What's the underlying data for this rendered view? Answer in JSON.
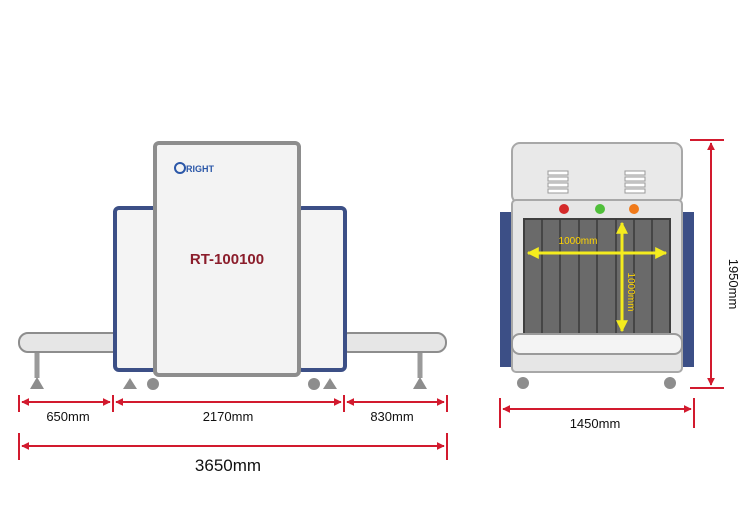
{
  "brand": {
    "logo_text": "RIGHT"
  },
  "side_view": {
    "model": "RT-100100",
    "dimensions": {
      "left_conveyor": "650mm",
      "body": "2170mm",
      "right_conveyor": "830mm",
      "total_length": "3650mm"
    }
  },
  "front_view": {
    "tunnel_width": "1000mm",
    "tunnel_height": "1000mm",
    "width": "1450mm",
    "height": "1950mm",
    "indicator_lights": [
      "#d42a2a",
      "#4fbf3a",
      "#f07a1a"
    ]
  },
  "colors": {
    "dimension_red": "#d21a2e",
    "frame_blue": "#3c4f86",
    "body_gray": "#8d8d8d",
    "model_text": "#8b1d2b",
    "tunnel_arrow_yellow": "#f4ec1e"
  }
}
